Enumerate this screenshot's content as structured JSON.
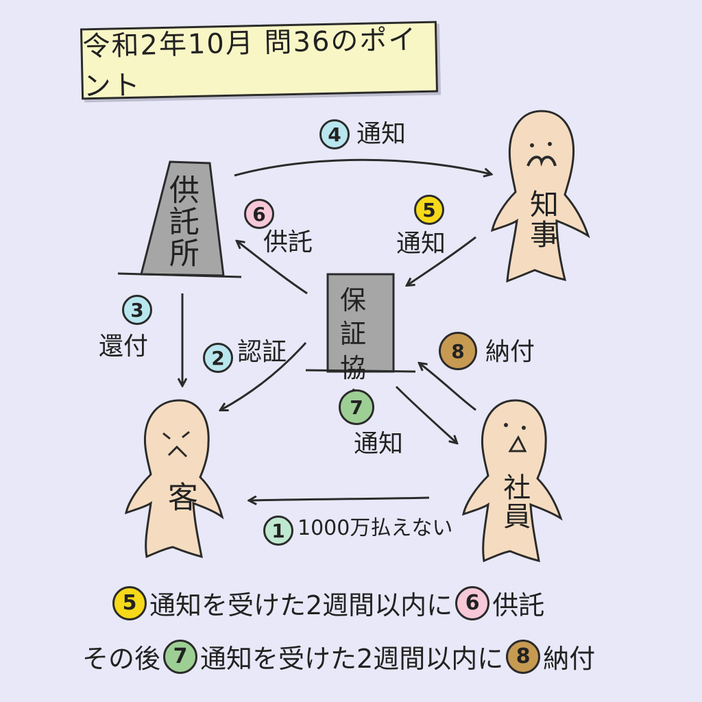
{
  "title": "令和2年10月 問36のポイント",
  "nodes": {
    "kyotakusho": "供託所",
    "hosho_kyokai": "保証協会",
    "chiji": "知事",
    "kyaku": "客",
    "shain": "社員"
  },
  "steps": [
    {
      "num": "1",
      "text": "1000万払えない",
      "color": "#bfe8d0"
    },
    {
      "num": "2",
      "text": "認証",
      "color": "#b9e6ee"
    },
    {
      "num": "3",
      "text": "還付",
      "color": "#b9e6ee"
    },
    {
      "num": "4",
      "text": "通知",
      "color": "#b9e6ee"
    },
    {
      "num": "5",
      "text": "通知",
      "color": "#f6d919"
    },
    {
      "num": "6",
      "text": "供託",
      "color": "#f6c8d8"
    },
    {
      "num": "7",
      "text": "通知",
      "color": "#9dcf95"
    },
    {
      "num": "8",
      "text": "納付",
      "color": "#c79a52"
    }
  ],
  "bottom": {
    "line1": {
      "t1": "通知を受けた2週間以内に",
      "t2": "供託"
    },
    "line2": {
      "pre": "その後",
      "t1": "通知を受けた2週間以内に",
      "t2": "納付"
    }
  },
  "colors": {
    "background": "#e8e8f8",
    "person": "#f5dcc0",
    "building": "#a6a6a6",
    "title_bg": "#f9f6c6"
  }
}
